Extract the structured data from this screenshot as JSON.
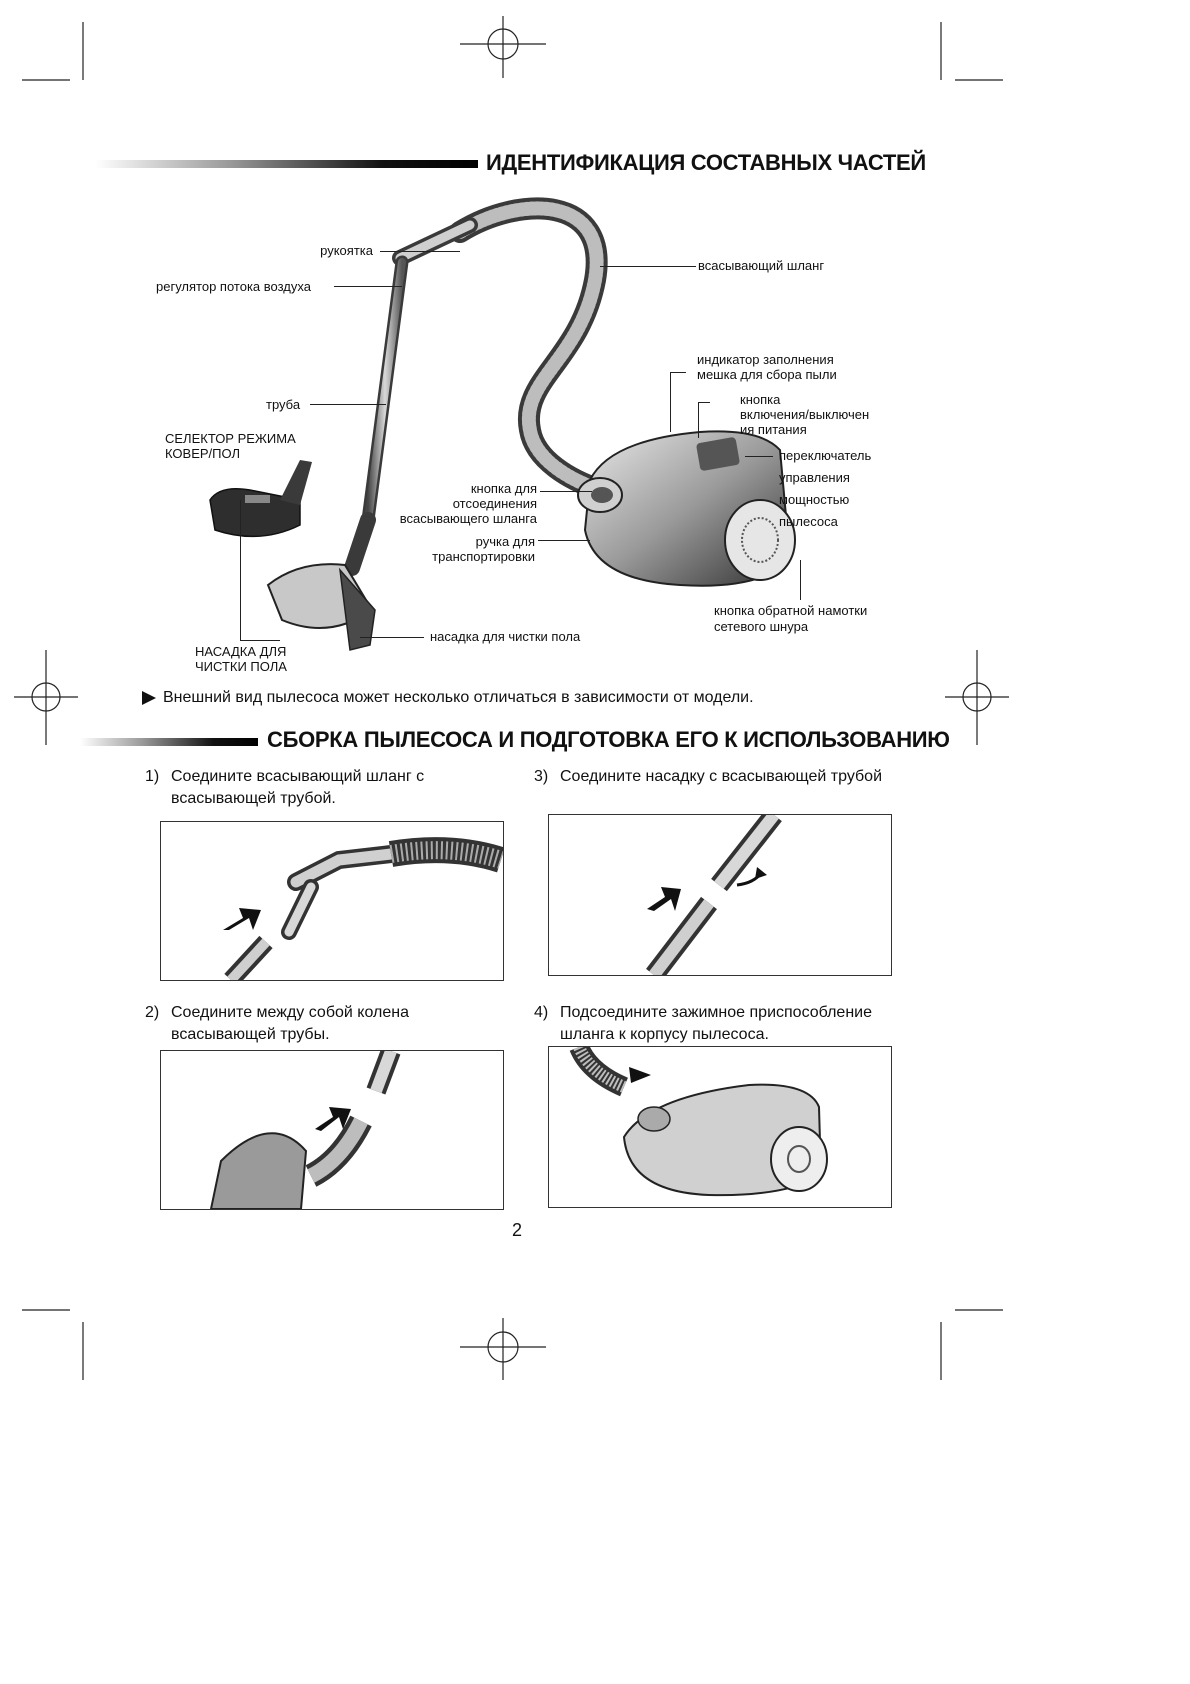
{
  "section1": {
    "title": "ИДЕНТИФИКАЦИЯ СОСТАВНЫХ ЧАСТЕЙ",
    "labels": {
      "handle": "рукоятка",
      "airflow": "регулятор потока воздуха",
      "tube": "труба",
      "selector_1": "СЕЛЕКТОР РЕЖИМА",
      "selector_2": "КОВЕР/ПОЛ",
      "nozzle_1": "НАСАДКА ДЛЯ",
      "nozzle_2": "ЧИСТКИ ПОЛА",
      "hose": "всасывающий шланг",
      "indicator_1": "индикатор заполнения",
      "indicator_2": "мешка для сбора пыли",
      "power_1": "кнопка",
      "power_2": "включения/выключен",
      "power_3": "ия питания",
      "switch_1": "переключатель",
      "switch_2": "управления",
      "switch_3": "мощностью",
      "switch_4": "пылесоса",
      "release_1": "кнопка для",
      "release_2": "отсоединения",
      "release_3": "всасывающего шланга",
      "carry_1": "ручка для",
      "carry_2": "транспортировки",
      "floor_nozzle": "насадка для чистки пола",
      "rewind_1": "кнопка обратной намотки",
      "rewind_2": "сетевого шнура"
    },
    "note": "Внешний вид пылесоса может несколько отличаться в зависимости от модели."
  },
  "section2": {
    "title": "СБОРКА ПЫЛЕСОСА И ПОДГОТОВКА ЕГО К ИСПОЛЬЗОВАНИЮ",
    "steps": [
      {
        "num": "1)",
        "text": "Соедините всасывающий шланг с всасывающей трубой."
      },
      {
        "num": "2)",
        "text": "Соедините между собой колена всасывающей трубы."
      },
      {
        "num": "3)",
        "text": "Соедините насадку с всасывающей трубой"
      },
      {
        "num": "4)",
        "text": "Подсоедините зажимное приспособление шланга к корпусу пылесоса."
      }
    ]
  },
  "page_number": "2"
}
